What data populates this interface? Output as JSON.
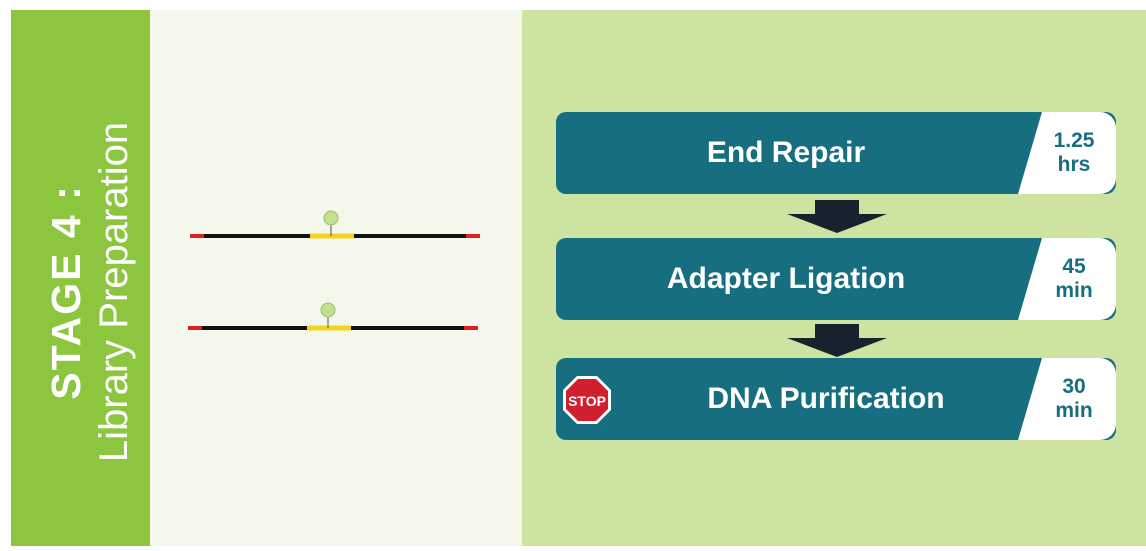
{
  "stage": {
    "title": "STAGE 4 :",
    "subtitle": "Library Preparation"
  },
  "steps": [
    {
      "label": "End Repair",
      "time": "1.25\nhrs",
      "stop": false
    },
    {
      "label": "Adapter Ligation",
      "time": "45\nmin",
      "stop": false
    },
    {
      "label": "DNA Purification",
      "time": "30\nmin",
      "stop": true
    }
  ],
  "stop_sign": {
    "text": "STOP"
  },
  "colors": {
    "sidebar": "#8cc63f",
    "step_bar": "#176e80",
    "right_panel": "#cce3a1",
    "arrow": "#16232e",
    "stop_red": "#d0202e",
    "strand": "#111111",
    "strand_end": "#e02020",
    "strand_mid": "#f5d21e"
  }
}
